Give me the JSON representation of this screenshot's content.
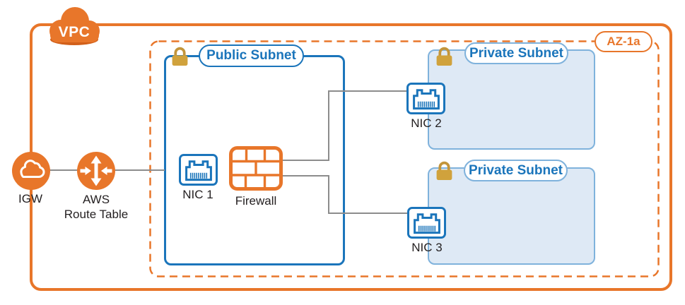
{
  "diagram": {
    "vpc_label": "VPC",
    "az_label": "AZ-1a",
    "subnets": {
      "public": {
        "label": "Public Subnet"
      },
      "private1": {
        "label": "Private Subnet"
      },
      "private2": {
        "label": "Private Subnet"
      }
    },
    "nodes": {
      "igw": {
        "label": "IGW"
      },
      "route_table": {
        "label_line1": "AWS",
        "label_line2": "Route Table"
      },
      "nic1": {
        "label": "NIC 1"
      },
      "firewall": {
        "label": "Firewall"
      },
      "nic2": {
        "label": "NIC 2"
      },
      "nic3": {
        "label": "NIC 3"
      }
    },
    "icons": {
      "vpc": "cloud-icon",
      "igw": "cloud-outline-icon",
      "route_table": "routing-arrows-icon",
      "nic": "ethernet-port-icon",
      "firewall": "brick-wall-icon",
      "subnet_lock": "lock-icon"
    },
    "colors": {
      "orange": "#E8762A",
      "orange_shadow": "#D2601A",
      "blue": "#1B75BB",
      "private_border": "#7FB2DC",
      "private_fill": "#DEE9F5",
      "lock_gold_body": "#D0A23C",
      "lock_gold_shackle": "#C3953B",
      "connector_gray": "#8C8C8C",
      "label_text": "#231F20"
    }
  }
}
